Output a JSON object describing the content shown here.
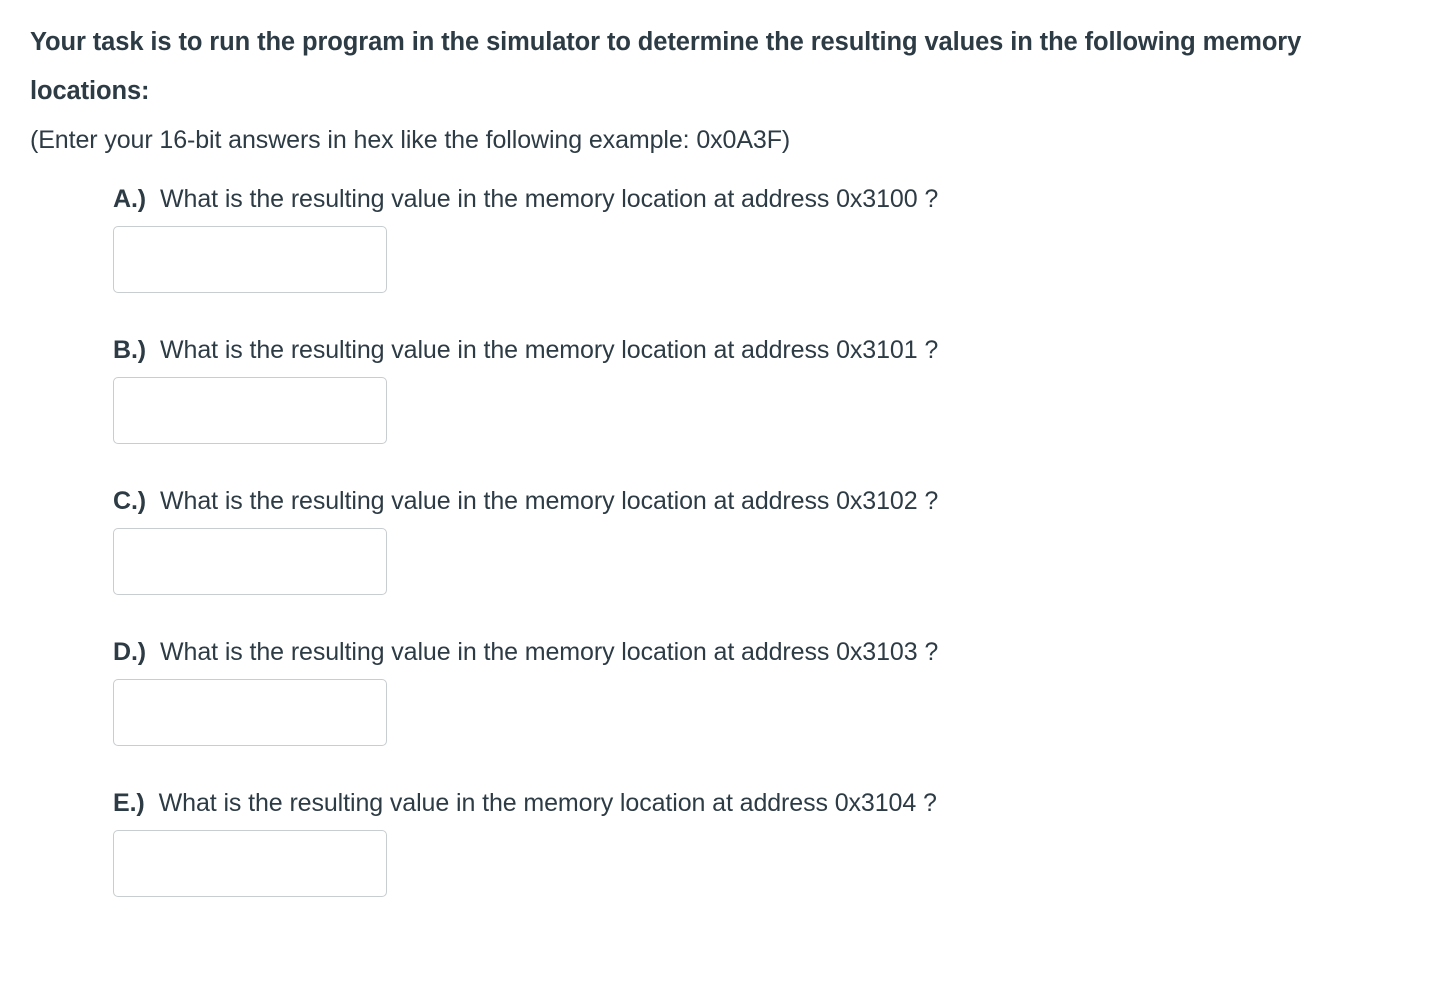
{
  "page": {
    "background_color": "#ffffff",
    "text_color": "#2d3b45",
    "input_border_color": "#c7cdd1"
  },
  "prompt": {
    "heading": "Your task is to run the program in the simulator to determine the resulting values in the following memory locations:",
    "subnote": "(Enter your 16-bit answers in hex like the following example: 0x0A3F)"
  },
  "questions": [
    {
      "label": "A.)",
      "text": "What is the resulting value in the memory location at address 0x3100 ?",
      "address": "0x3100",
      "answer_value": "",
      "answer_placeholder": ""
    },
    {
      "label": "B.)",
      "text": "What is the resulting value in the memory location at address 0x3101 ?",
      "address": "0x3101",
      "answer_value": "",
      "answer_placeholder": ""
    },
    {
      "label": "C.)",
      "text": "What is the resulting value in the memory location at address 0x3102 ?",
      "address": "0x3102",
      "answer_value": "",
      "answer_placeholder": ""
    },
    {
      "label": "D.)",
      "text": "What is the resulting value in the memory location at address 0x3103 ?",
      "address": "0x3103",
      "answer_value": "",
      "answer_placeholder": ""
    },
    {
      "label": "E.)",
      "text": "What is the resulting value in the memory location at address 0x3104 ?",
      "address": "0x3104",
      "answer_value": "",
      "answer_placeholder": ""
    }
  ]
}
